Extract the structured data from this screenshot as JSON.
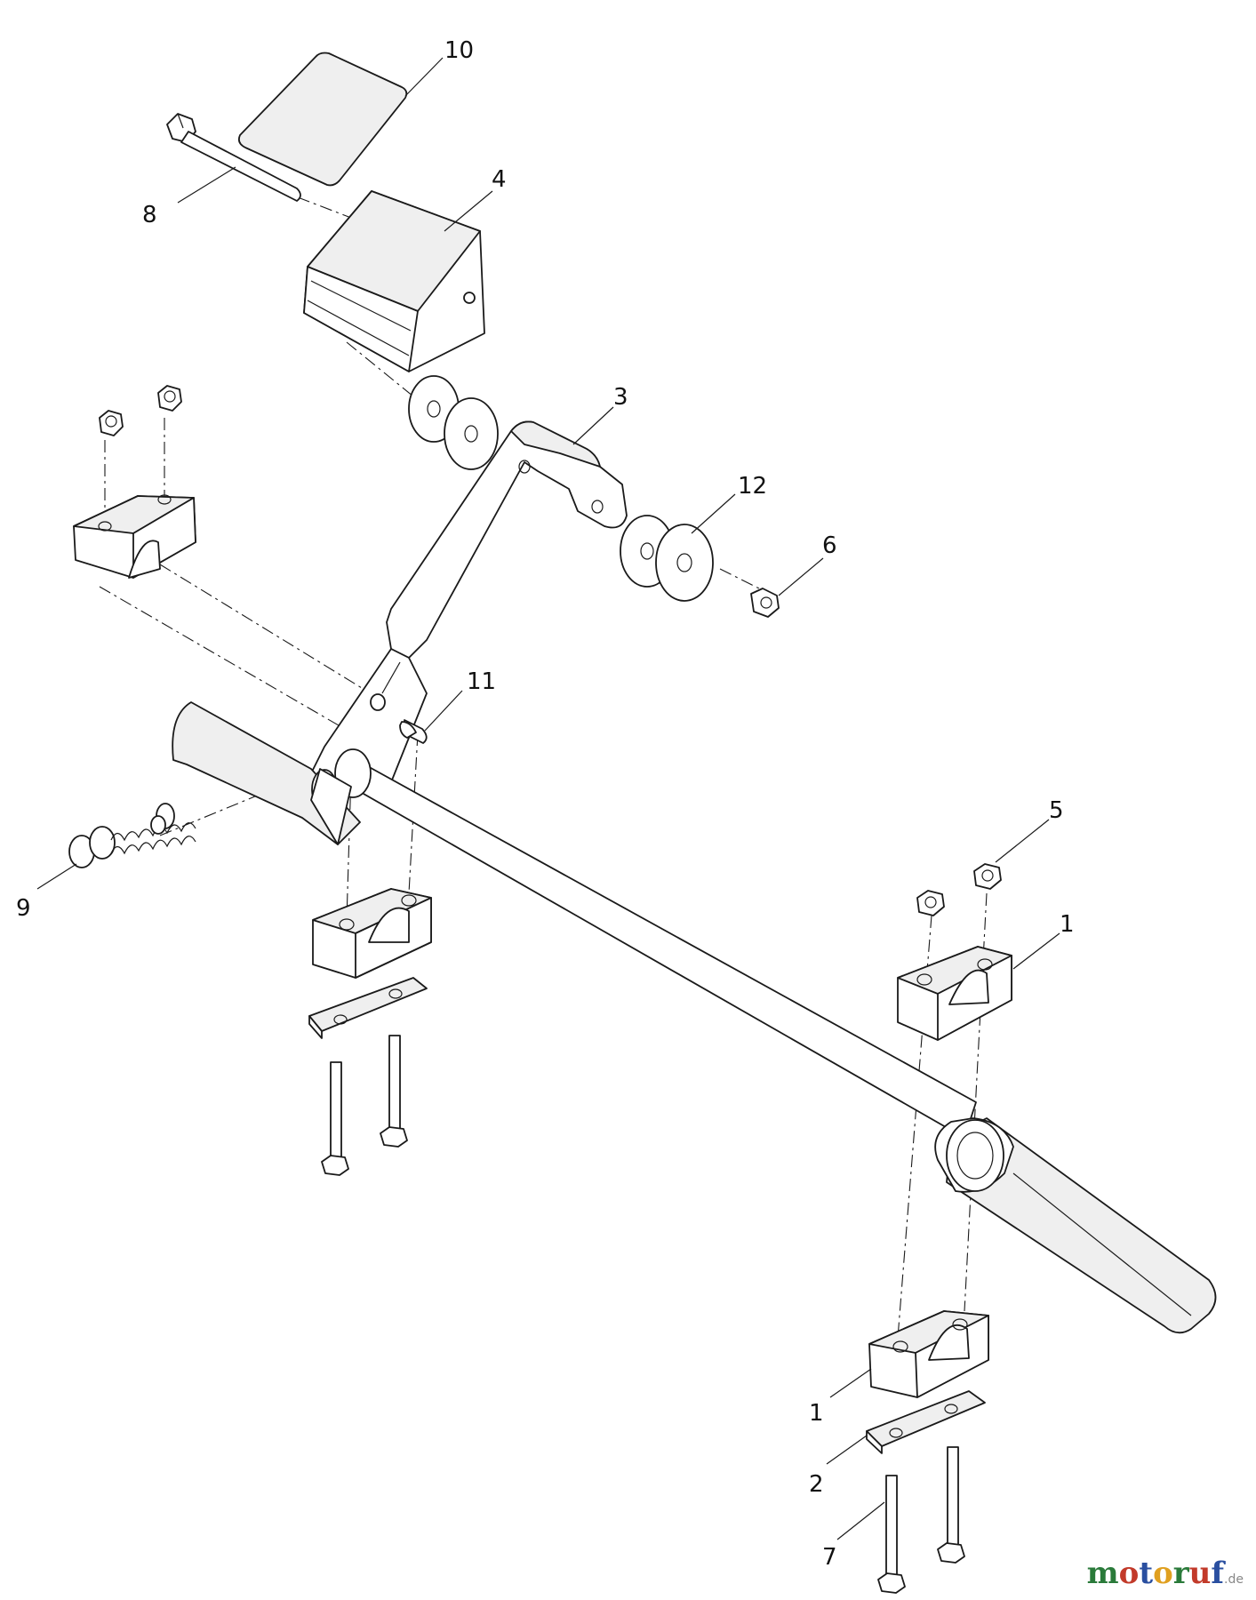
{
  "callouts": [
    {
      "id": "c10",
      "text": "10"
    },
    {
      "id": "c8",
      "text": "8"
    },
    {
      "id": "c4",
      "text": "4"
    },
    {
      "id": "c3",
      "text": "3"
    },
    {
      "id": "c12",
      "text": "12"
    },
    {
      "id": "c6",
      "text": "6"
    },
    {
      "id": "c11",
      "text": "11"
    },
    {
      "id": "c5",
      "text": "5"
    },
    {
      "id": "c9",
      "text": "9"
    },
    {
      "id": "c1a",
      "text": "1"
    },
    {
      "id": "c1b",
      "text": "1"
    },
    {
      "id": "c2",
      "text": "2"
    },
    {
      "id": "c7",
      "text": "7"
    }
  ],
  "watermark": {
    "m": "m",
    "o1": "o",
    "t": "t",
    "o2": "o",
    "r": "r",
    "u": "u",
    "f": "f",
    "de": ".de"
  },
  "colors": {
    "line": "#1a1a1a",
    "fill": "#ffffff",
    "shade": "#eeeeee"
  }
}
